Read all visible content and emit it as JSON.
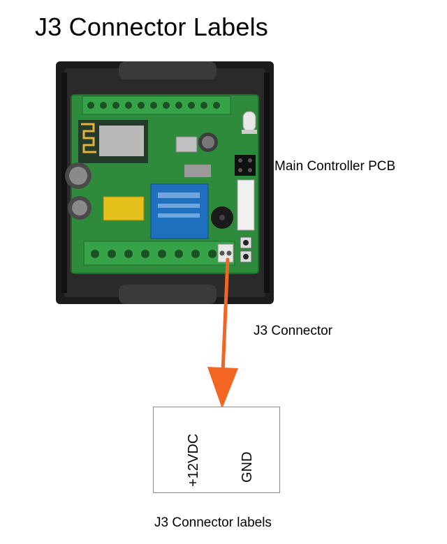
{
  "title": "J3 Connector Labels",
  "pcb_label": "Main Controller PCB",
  "connector_label": "J3 Connector",
  "pin_labels": [
    "+12VDC",
    "GND"
  ],
  "caption": "J3 Connector labels",
  "colors": {
    "arrow": "#f26522",
    "pcb_green": "#2e8b3c",
    "terminal_green": "#37a348",
    "enclosure": "#1c1c1c",
    "relay_blue": "#1f6fbf"
  }
}
